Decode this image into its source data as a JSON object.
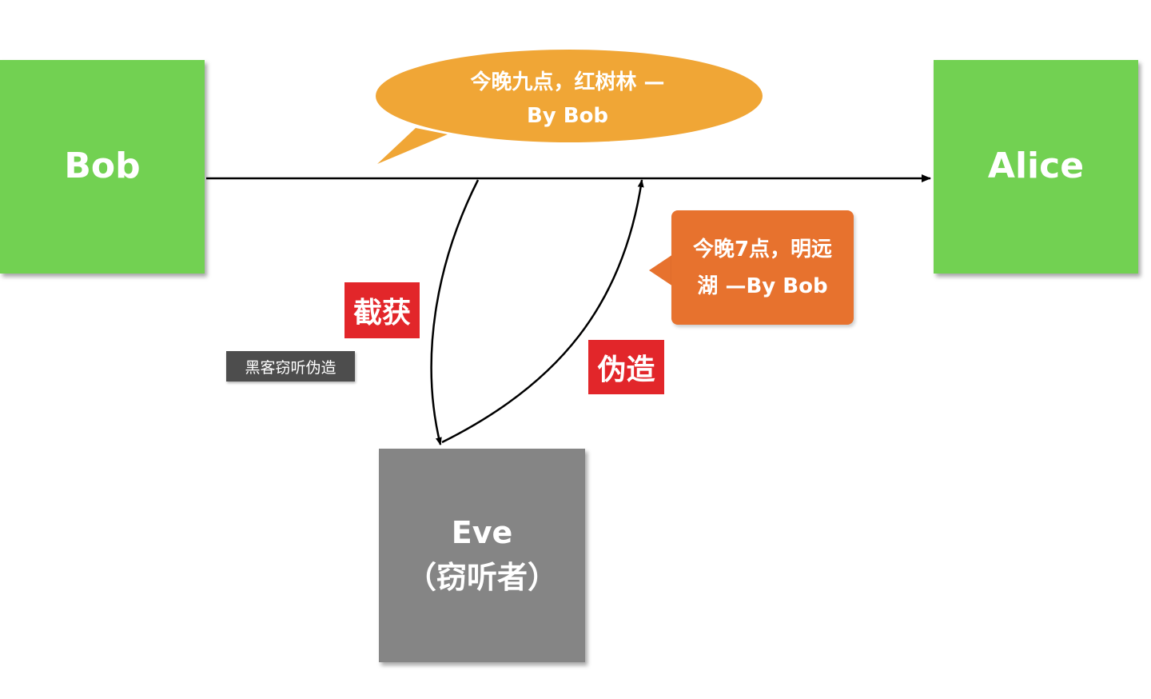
{
  "nodes": {
    "bob": {
      "label": "Bob"
    },
    "alice": {
      "label": "Alice"
    },
    "eve": {
      "label_line1": "Eve",
      "label_line2": "（窃听者）"
    }
  },
  "messages": {
    "original": {
      "line1": "今晚九点，红树林 —",
      "line2": "By Bob"
    },
    "forged": {
      "line1": "今晚7点，明远",
      "line2": "湖 —By Bob"
    }
  },
  "tags": {
    "intercept": "截获",
    "forge": "伪造"
  },
  "tooltip": {
    "text": "黑客窃听伪造"
  },
  "colors": {
    "node_green": "#72d152",
    "node_gray": "#858585",
    "bubble_orange": "#f0a636",
    "callout_orange": "#e7722e",
    "tag_red": "#e2262a",
    "tooltip_bg": "#4d4d4d",
    "arrow": "#000000"
  }
}
